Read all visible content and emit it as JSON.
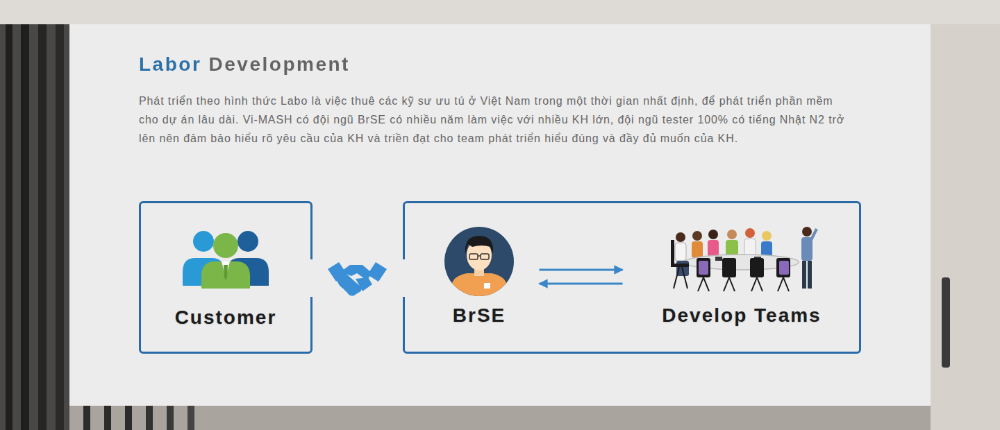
{
  "diagram": {
    "title": "Labor Development",
    "nodes": [
      {
        "text": [
          "Customer"
        ]
      },
      {
        "text": []
      },
      {
        "text": [
          "BrSE"
        ],
        "in": 1
      },
      {
        "text": [
          "Develop Teams"
        ],
        "in": 1
      }
    ],
    "edges": [
      {
        "from": 2,
        "to": 3,
        "arrow": "to"
      },
      {
        "from": 3,
        "to": 2,
        "arrow": "to"
      }
    ],
    "labels": [
      "Phát triển theo hình thức Labo là việc thuê các kỹ sư ưu tú ở Việt Nam trong một thời gian nhất định, để phát triển phần mềm cho dự án lâu dài. Vi-MASH có đội ngũ BrSE có nhiều năm làm việc với nhiều KH lớn, đội ngũ tester 100% có tiếng Nhật N2 trở lên nên đảm bảo hiểu rõ yêu cầu của KH và triền đạt cho team phát triển hiểu đúng và đầy đủ muốn của KH."
    ]
  }
}
